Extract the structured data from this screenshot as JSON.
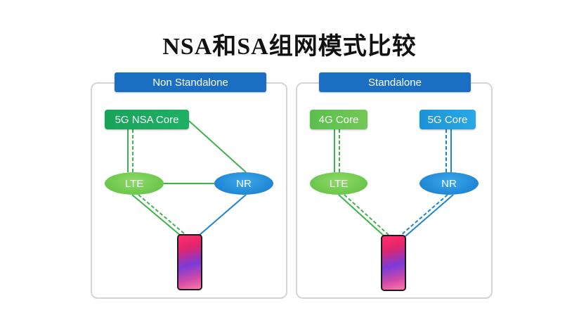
{
  "title": "NSA和SA组网模式比较",
  "panels": {
    "nsa": {
      "header": "Non Standalone",
      "core": "5G NSA Core",
      "lte": "LTE",
      "nr": "NR"
    },
    "sa": {
      "header": "Standalone",
      "core_4g": "4G Core",
      "core_5g": "5G Core",
      "lte": "LTE",
      "nr": "NR"
    }
  },
  "colors": {
    "header_blue": "#1b6fc2",
    "green_link": "#3cb44a",
    "blue_link": "#1f84cf",
    "panel_border": "#d2d4d8"
  },
  "icons": [
    "smartphone-icon"
  ]
}
